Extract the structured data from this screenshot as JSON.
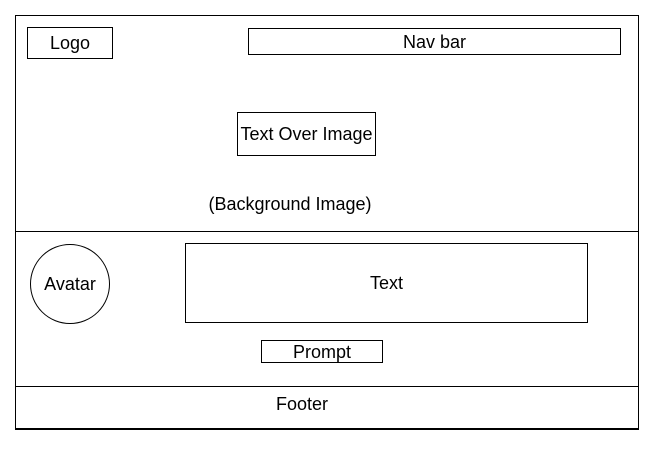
{
  "header": {
    "logo_label": "Logo",
    "nav_label": "Nav bar"
  },
  "hero": {
    "overlay_label": "Text Over Image",
    "background_label": "(Background Image)"
  },
  "content": {
    "avatar_label": "Avatar",
    "text_label": "Text",
    "prompt_label": "Prompt"
  },
  "footer": {
    "label": "Footer"
  },
  "colors": {
    "stroke": "#000000",
    "background": "#ffffff"
  }
}
